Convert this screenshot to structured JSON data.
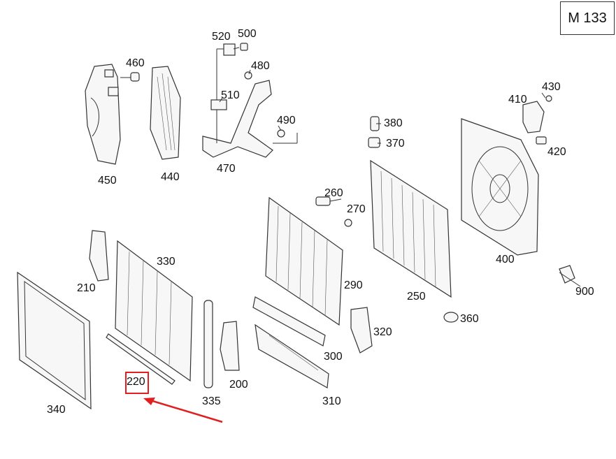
{
  "model_code": "M 133",
  "callouts": [
    "520",
    "500",
    "460",
    "480",
    "510",
    "490",
    "450",
    "440",
    "470",
    "410",
    "430",
    "380",
    "370",
    "420",
    "260",
    "270",
    "400",
    "330",
    "210",
    "290",
    "250",
    "900",
    "360",
    "320",
    "300",
    "340",
    "220",
    "335",
    "200",
    "310"
  ],
  "highlight": {
    "label": "220",
    "color": "#e02020"
  },
  "colors": {
    "arrow": "#e02020",
    "lines": "#333333"
  }
}
